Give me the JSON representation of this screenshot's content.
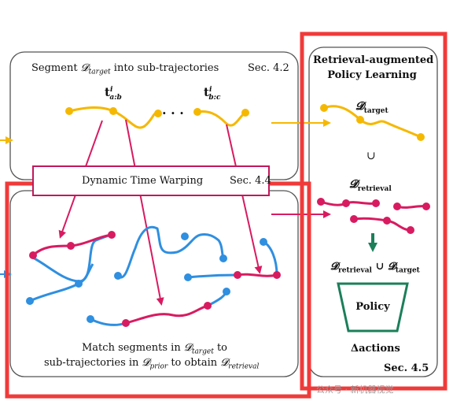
{
  "panels": {
    "segment": {
      "title_prefix": "Segment ",
      "title_math": "𝓓",
      "title_sub": "target",
      "title_suffix": " into sub-trajectories",
      "section": "Sec. 4.2",
      "label_left_main": "t",
      "label_left_sup": "i",
      "label_left_sub": "a:b",
      "label_right_main": "t",
      "label_right_sup": "i",
      "label_right_sub": "b:c",
      "dots": "·  ·  ·"
    },
    "dtw": {
      "label": "Dynamic Time Warping",
      "section": "Sec. 4.4"
    },
    "match": {
      "line1_prefix": "Match segments in ",
      "line1_math": "𝓓",
      "line1_sub": "target",
      "line1_suffix": " to",
      "line2_prefix": "sub-trajectories in ",
      "line2_math": "𝓓",
      "line2_sub": "prior",
      "line2_mid": " to obtain ",
      "line2_math2": "𝓓",
      "line2_sub2": "retrieval"
    },
    "policy": {
      "title_line1": "Retrieval-augmented",
      "title_line2": "Policy Learning",
      "d_target_math": "𝓓",
      "d_target_sub": "target",
      "union_symbol": "∪",
      "d_retrieval_math": "𝓓",
      "d_retrieval_sub": "retrieval",
      "combined_math1": "𝓓",
      "combined_sub1": "retrieval",
      "combined_union": " ∪ ",
      "combined_math2": "𝓓",
      "combined_sub2": "target",
      "policy_label": "Policy",
      "actions_label": "Δactions",
      "section": "Sec. 4.5"
    }
  },
  "watermark": "公众号 · 新机器视觉",
  "colors": {
    "gold": "#F5B800",
    "magenta": "#D81B60",
    "blue": "#2F8FE0",
    "green": "#1B7F5A",
    "highlight_red": "#F03A3A",
    "panel_border": "#555555"
  }
}
